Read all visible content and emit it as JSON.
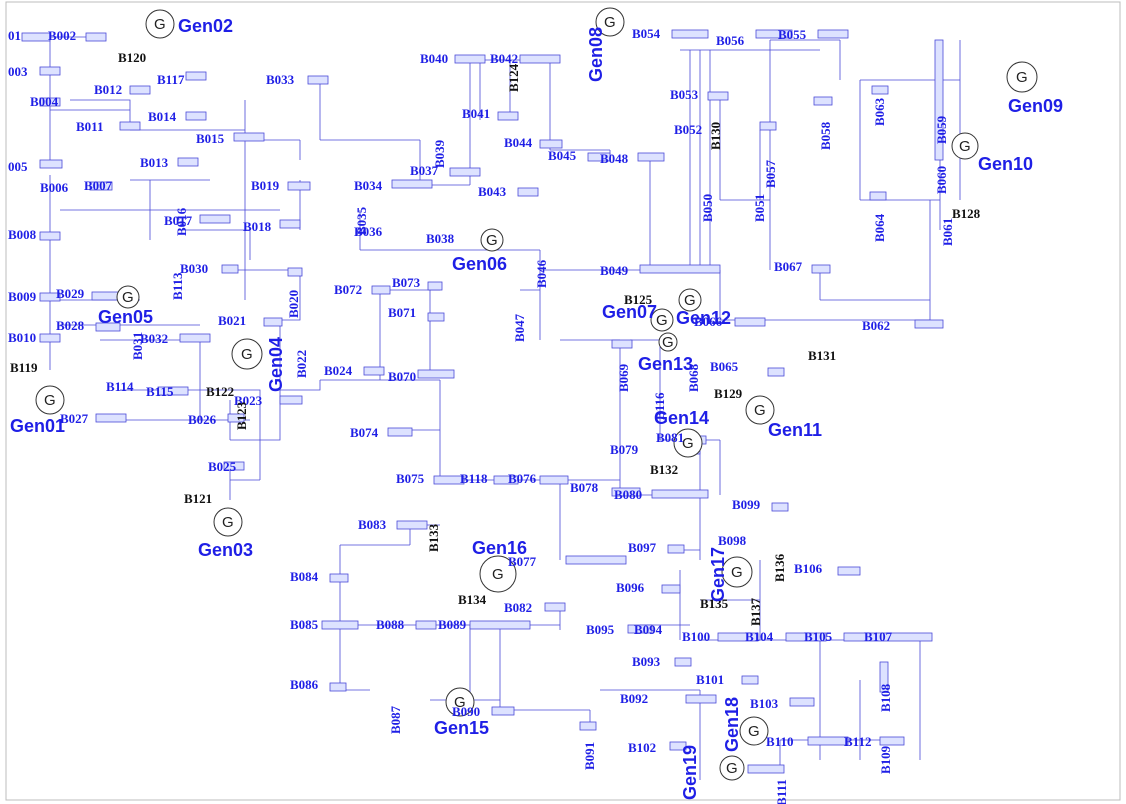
{
  "buses": [
    "01",
    "B002",
    "003",
    "B004",
    "B011",
    "005",
    "B006",
    "B007",
    "B008",
    "B009",
    "B010",
    "B119",
    "B012",
    "B120",
    "B117",
    "B014",
    "B015",
    "B013",
    "B017",
    "B018",
    "B019",
    "B016",
    "B030",
    "B029",
    "B028",
    "B113",
    "B031",
    "B032",
    "B114",
    "B115",
    "B027",
    "B026",
    "B025",
    "B121",
    "B021",
    "B020",
    "B022",
    "B023",
    "B024",
    "B033",
    "B034",
    "B035",
    "B036",
    "B037",
    "B039",
    "B040",
    "B041",
    "B042",
    "B038",
    "B043",
    "B044",
    "B045",
    "B046",
    "B047",
    "B048",
    "B049",
    "B054",
    "B053",
    "B052",
    "B050",
    "B051",
    "B056",
    "B055",
    "B057",
    "B058",
    "B059",
    "B060",
    "B061",
    "B063",
    "B064",
    "B062",
    "B067",
    "B065",
    "B066",
    "B069",
    "B068",
    "B070",
    "B071",
    "B072",
    "B073",
    "B074",
    "B075",
    "B076",
    "B078",
    "B079",
    "B080",
    "B081",
    "B083",
    "B084",
    "B085",
    "B086",
    "B087",
    "B088",
    "B089",
    "B090",
    "B091",
    "B092",
    "B093",
    "B094",
    "B095",
    "B096",
    "B097",
    "B098",
    "B099",
    "B100",
    "B101",
    "B102",
    "B103",
    "B104",
    "B105",
    "B106",
    "B107",
    "B108",
    "B109",
    "B110",
    "B111",
    "B112",
    "B116",
    "B118",
    "B077",
    "B082"
  ],
  "black_buses": [
    "B120",
    "B122",
    "B121",
    "B119",
    "B124",
    "B125",
    "B128",
    "B129",
    "B130",
    "B131",
    "B132",
    "B133",
    "B134",
    "B135",
    "B136",
    "B137",
    "B123"
  ],
  "generators": [
    "Gen01",
    "Gen02",
    "Gen03",
    "Gen04",
    "Gen05",
    "Gen06",
    "Gen07",
    "Gen08",
    "Gen09",
    "Gen10",
    "Gen11",
    "Gen12",
    "Gen13",
    "Gen14",
    "Gen15",
    "Gen16",
    "Gen17",
    "Gen18",
    "Gen19"
  ],
  "gen_symbol": "G",
  "colors": {
    "label": "#1f1fe6",
    "line": "#4a4ad8",
    "black_label": "#111111",
    "frame": "#bcbcbc"
  }
}
